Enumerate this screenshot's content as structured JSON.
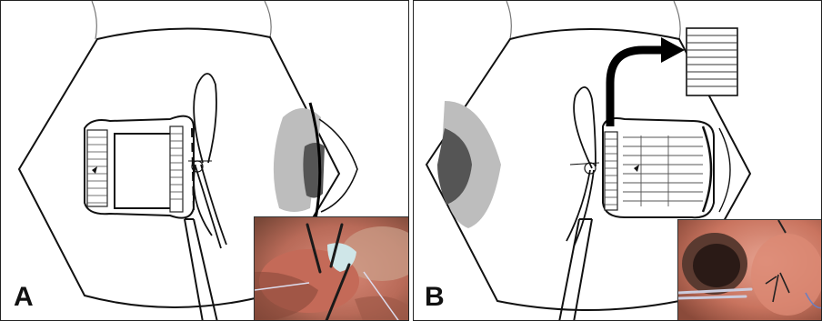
{
  "panels": [
    {
      "id": "A",
      "label": "A"
    },
    {
      "id": "B",
      "label": "B"
    }
  ]
}
